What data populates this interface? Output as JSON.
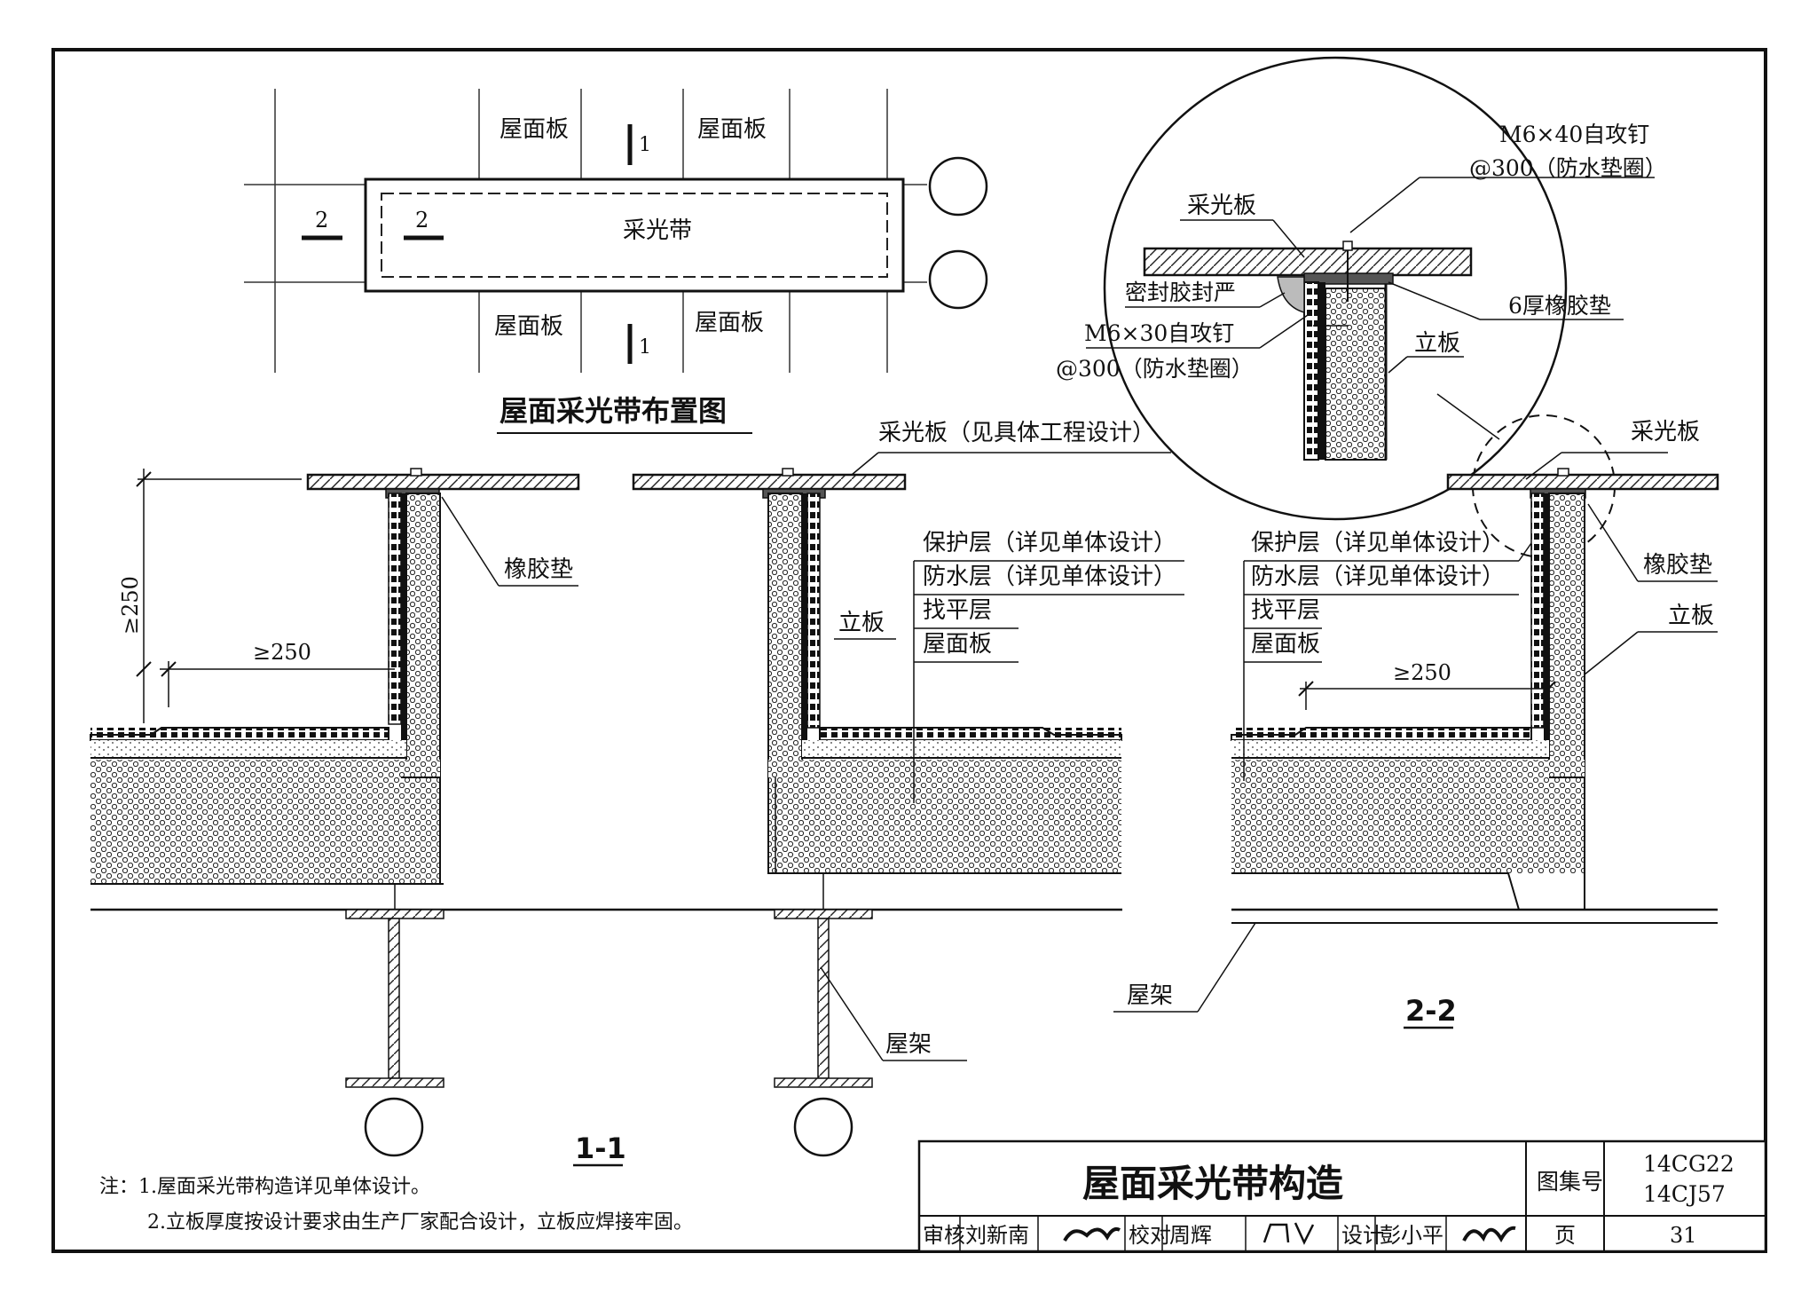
{
  "plan": {
    "title": "屋面采光带布置图",
    "roof_panel": "屋面板",
    "skylight_band": "采光带",
    "section_1": "1",
    "section_2": "2"
  },
  "detail_circle": {
    "bolt_top_1": "M6×40自攻钉",
    "bolt_top_2": "@300（防水垫圈）",
    "skylight_panel": "采光板",
    "sealant": "密封胶封严",
    "bolt_side_1": "M6×30自攻钉",
    "bolt_side_2": "@300（防水垫圈）",
    "rubber_pad_6": "6厚橡胶垫",
    "upstand": "立板"
  },
  "section_1_1": {
    "dim_vertical": "≥250",
    "dim_horizontal": "≥250",
    "rubber_pad": "橡胶垫",
    "skylight_panel_note": "采光板（见具体工程设计）",
    "protect_layer": "保护层（详见单体设计）",
    "waterproof_layer": "防水层（详见单体设计）",
    "leveling_layer": "找平层",
    "roof_panel": "屋面板",
    "upstand": "立板",
    "roof_truss": "屋架",
    "label": "1-1"
  },
  "section_2_2": {
    "skylight_panel": "采光板",
    "protect_layer": "保护层（详见单体设计）",
    "waterproof_layer": "防水层（详见单体设计）",
    "leveling_layer": "找平层",
    "roof_panel": "屋面板",
    "rubber_pad": "橡胶垫",
    "upstand": "立板",
    "dim_horizontal": "≥250",
    "roof_truss": "屋架",
    "label": "2-2"
  },
  "notes": {
    "line1": "注：1.屋面采光带构造详见单体设计。",
    "line2": "2.立板厚度按设计要求由生产厂家配合设计，立板应焊接牢固。"
  },
  "title_block": {
    "title": "屋面采光带构造",
    "atlas_label": "图集号",
    "atlas_no_1": "14CG22",
    "atlas_no_2": "14CJ57",
    "review": "审核",
    "reviewer": "刘新南",
    "check": "校对",
    "checker": "周辉",
    "design": "设计",
    "designer": "彭小平",
    "page_label": "页",
    "page_no": "31"
  }
}
